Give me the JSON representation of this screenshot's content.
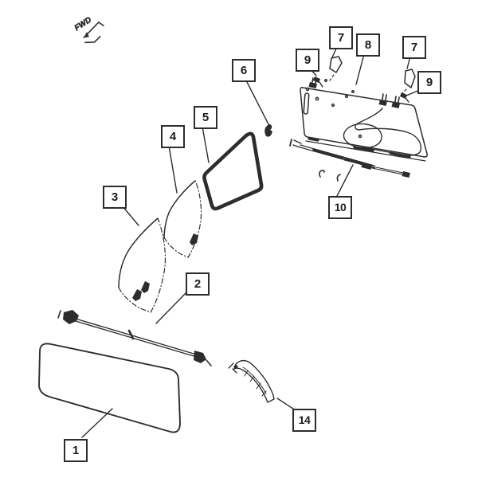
{
  "diagram": {
    "background_color": "#ffffff",
    "line_color": "#2d2d2d",
    "fwd_indicator_label": "FWD",
    "callouts": [
      {
        "label": "1"
      },
      {
        "label": "2"
      },
      {
        "label": "3"
      },
      {
        "label": "4"
      },
      {
        "label": "5"
      },
      {
        "label": "6"
      },
      {
        "label": "7"
      },
      {
        "label": "8"
      },
      {
        "label": "7"
      },
      {
        "label": "9"
      },
      {
        "label": "9"
      },
      {
        "label": "10"
      },
      {
        "label": "14"
      }
    ]
  }
}
